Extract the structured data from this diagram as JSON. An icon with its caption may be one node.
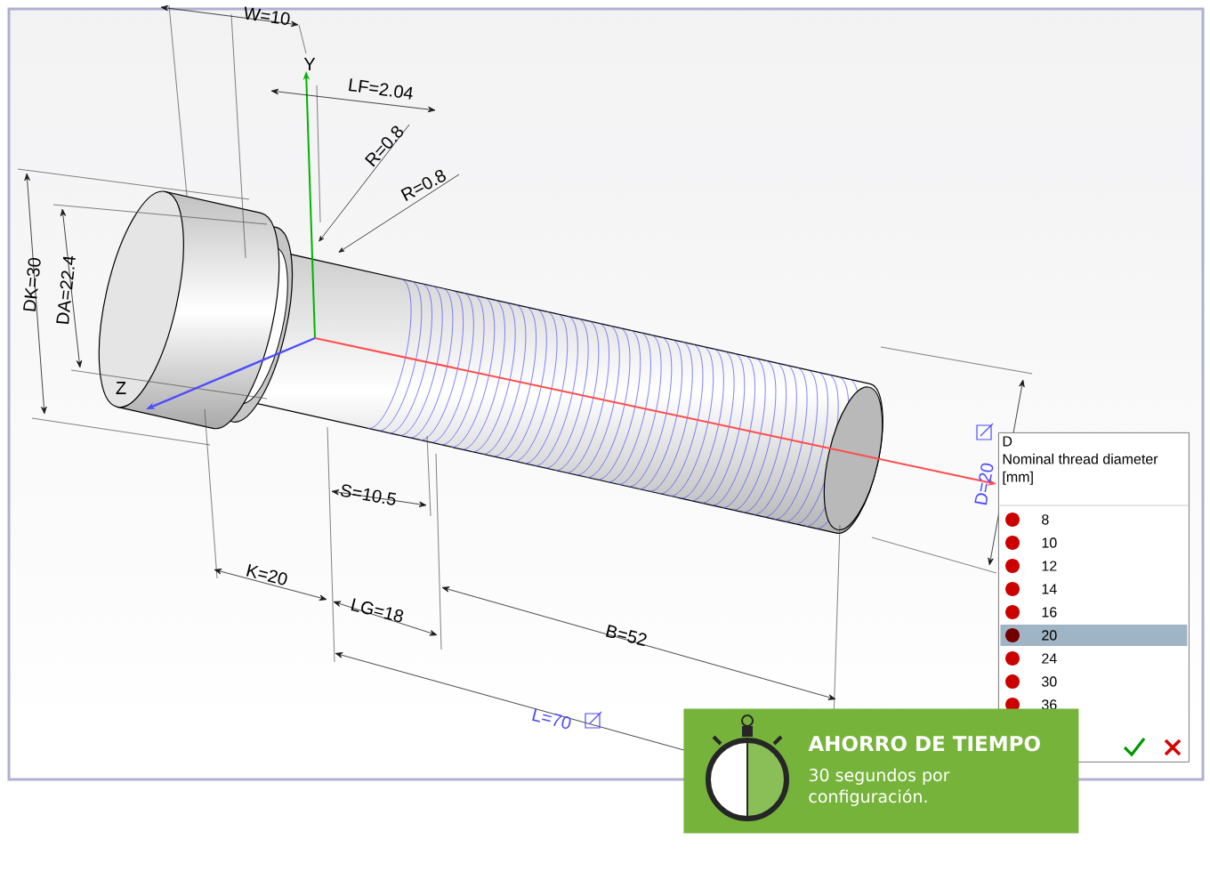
{
  "diagram": {
    "nodes": [
      {
        "text": [
          "D",
          "Nominal thread diameter",
          "[mm]"
        ]
      },
      {
        "text": [
          "8"
        ],
        "in": 0
      },
      {
        "text": [
          "10"
        ],
        "in": 0
      },
      {
        "text": [
          "12"
        ],
        "in": 0
      },
      {
        "text": [
          "14"
        ],
        "in": 0
      },
      {
        "text": [
          "16"
        ],
        "in": 0
      },
      {
        "text": [
          "20"
        ],
        "in": 0
      },
      {
        "text": [
          "24"
        ],
        "in": 0
      },
      {
        "text": [
          "30"
        ],
        "in": 0
      },
      {
        "text": [
          "36"
        ],
        "in": 0
      },
      {
        "text": [
          "AHORRO DE TIEMPO",
          "30 segundos por configuración."
        ]
      }
    ],
    "labels": [
      "W=10",
      "Y",
      "LF=2.04",
      "R=0.8",
      "R=0.8",
      "DK=30",
      "DA=22.4",
      "Z",
      "S=10.5",
      "K=20",
      "LG=18",
      "B=52",
      "L=70",
      "D=20"
    ]
  }
}
